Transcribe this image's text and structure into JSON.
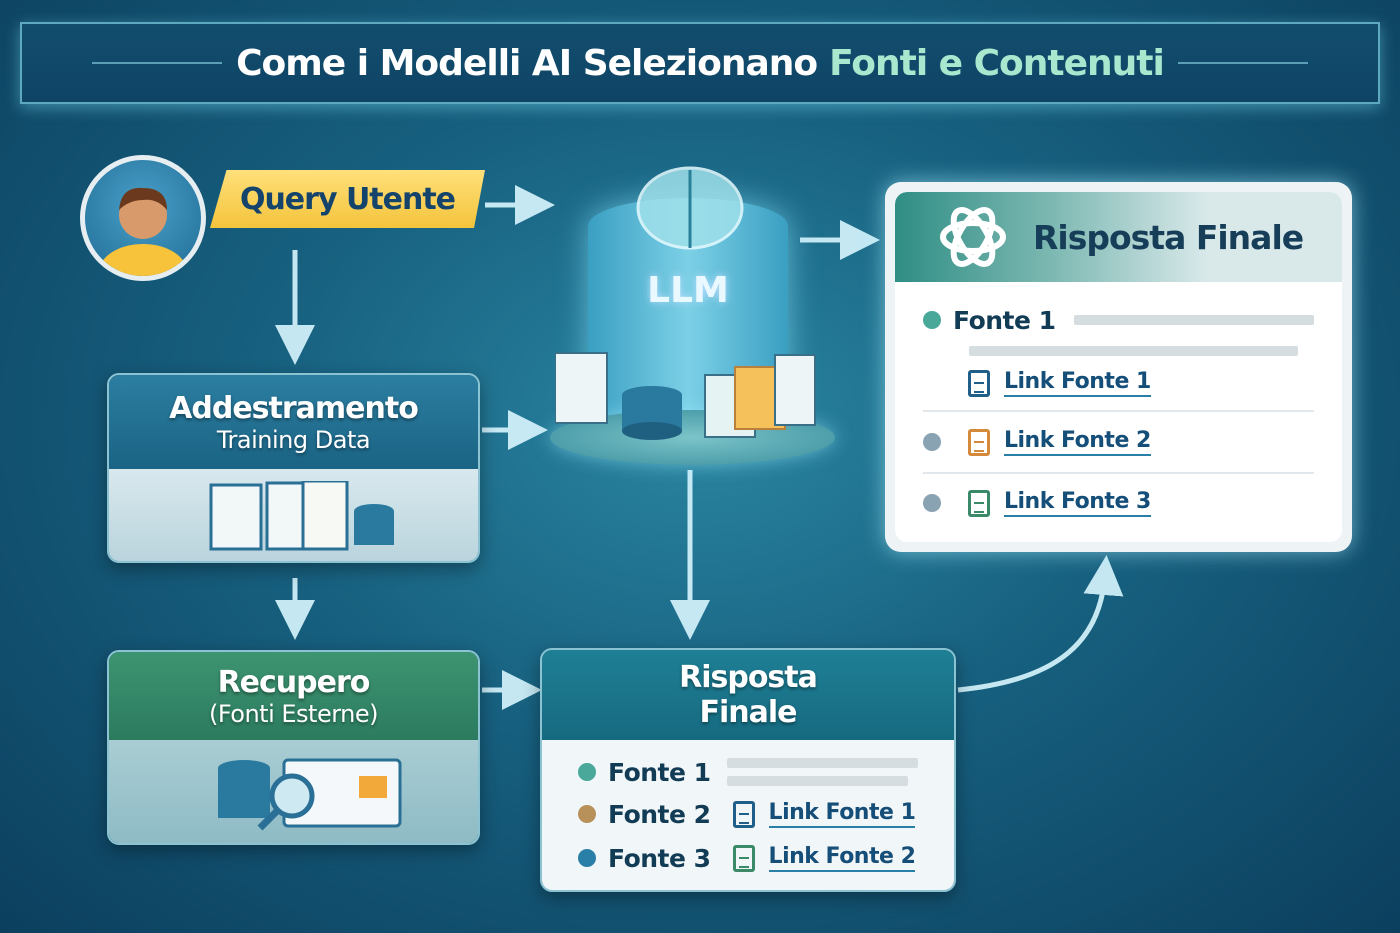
{
  "title": {
    "main": "Come i Modelli AI Selezionano",
    "accent": "Fonti e Contenuti"
  },
  "query": {
    "label": "Query Utente"
  },
  "llm": {
    "label": "LLM"
  },
  "training": {
    "title": "Addestramento",
    "subtitle": "Training Data"
  },
  "retrieval": {
    "title": "Recupero",
    "subtitle": "(Fonti Esterne)"
  },
  "middle": {
    "title_line1": "Risposta",
    "title_line2": "Finale",
    "rows": [
      {
        "label": "Fonte 1",
        "color": "#4aa89a"
      },
      {
        "label": "Fonte 2",
        "color": "#b8905a",
        "link": "Link Fonte 1"
      },
      {
        "label": "Fonte 3",
        "color": "#2a7fa8",
        "link": "Link Fonte 2"
      }
    ]
  },
  "final": {
    "title": "Risposta Finale",
    "source": "Fonte 1",
    "links": [
      {
        "label": "Link Fonte 1",
        "icon_color": "#1f5f8a",
        "dot": ""
      },
      {
        "label": "Link Fonte 2",
        "icon_color": "#d48a3a",
        "dot": "#8aa3b3"
      },
      {
        "label": "Link Fonte 3",
        "icon_color": "#3a8a6a",
        "dot": "#8aa3b3"
      }
    ]
  },
  "colors": {
    "accent": "#a9e8cf",
    "query": "#f4c43c",
    "bg": "#17607f"
  }
}
